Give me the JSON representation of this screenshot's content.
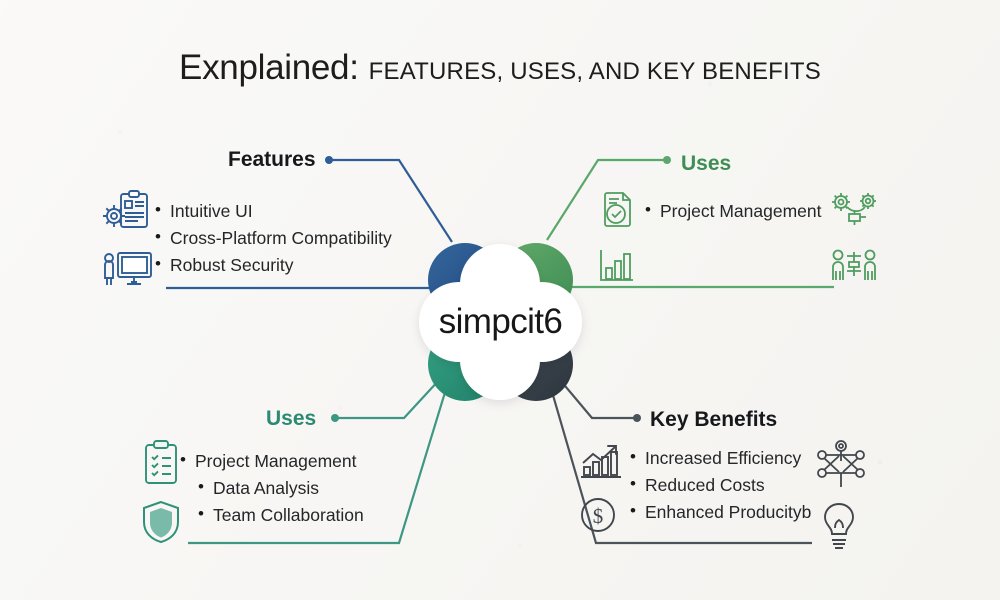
{
  "title": {
    "main": "Exnplained:",
    "sub": "FEATURES, USES, AND KEY BENEFITS"
  },
  "center": {
    "logo_text": "simpcit6",
    "petals": [
      {
        "name": "petal-top-left",
        "color": "#2f5e96"
      },
      {
        "name": "petal-top-right",
        "color": "#4f9d5f"
      },
      {
        "name": "petal-bottom-left",
        "color": "#2e9178"
      },
      {
        "name": "petal-bottom-right",
        "color": "#39434c"
      }
    ]
  },
  "sections": {
    "features": {
      "heading": "Features",
      "accent": "#2f5e96",
      "bullets": [
        "Intuitive UI",
        "Cross-Platform Compatibility",
        "Robust Security"
      ],
      "icons": [
        "clipboard-gear-icon",
        "person-monitor-icon"
      ]
    },
    "uses_top": {
      "heading": "Uses",
      "accent": "#4f9d5f",
      "bullets": [
        "Project Management"
      ],
      "icons_left": [
        "document-check-icon",
        "bar-chart-icon"
      ],
      "icons_right": [
        "gears-process-icon",
        "team-structure-icon"
      ]
    },
    "uses_bottom": {
      "heading": "Uses",
      "accent": "#2e9178",
      "bullets": [
        "Project Management",
        "Data Analysis",
        "Team Collaboration"
      ],
      "icons": [
        "checklist-clipboard-icon",
        "shield-icon"
      ]
    },
    "key_benefits": {
      "heading": "Key Benefits",
      "accent": "#39434c",
      "bullets": [
        "Increased Efficiency",
        "Reduced Costs",
        "Enhanced Producityb"
      ],
      "icons_left": [
        "growth-chart-icon",
        "dollar-circle-icon"
      ],
      "icons_right": [
        "network-nodes-icon",
        "lightbulb-icon"
      ]
    }
  },
  "colors": {
    "background": "#f5f4f1",
    "text": "#242628",
    "blue": "#2f5e96",
    "green": "#4f9d5f",
    "teal": "#2e9178",
    "charcoal": "#39434c"
  }
}
